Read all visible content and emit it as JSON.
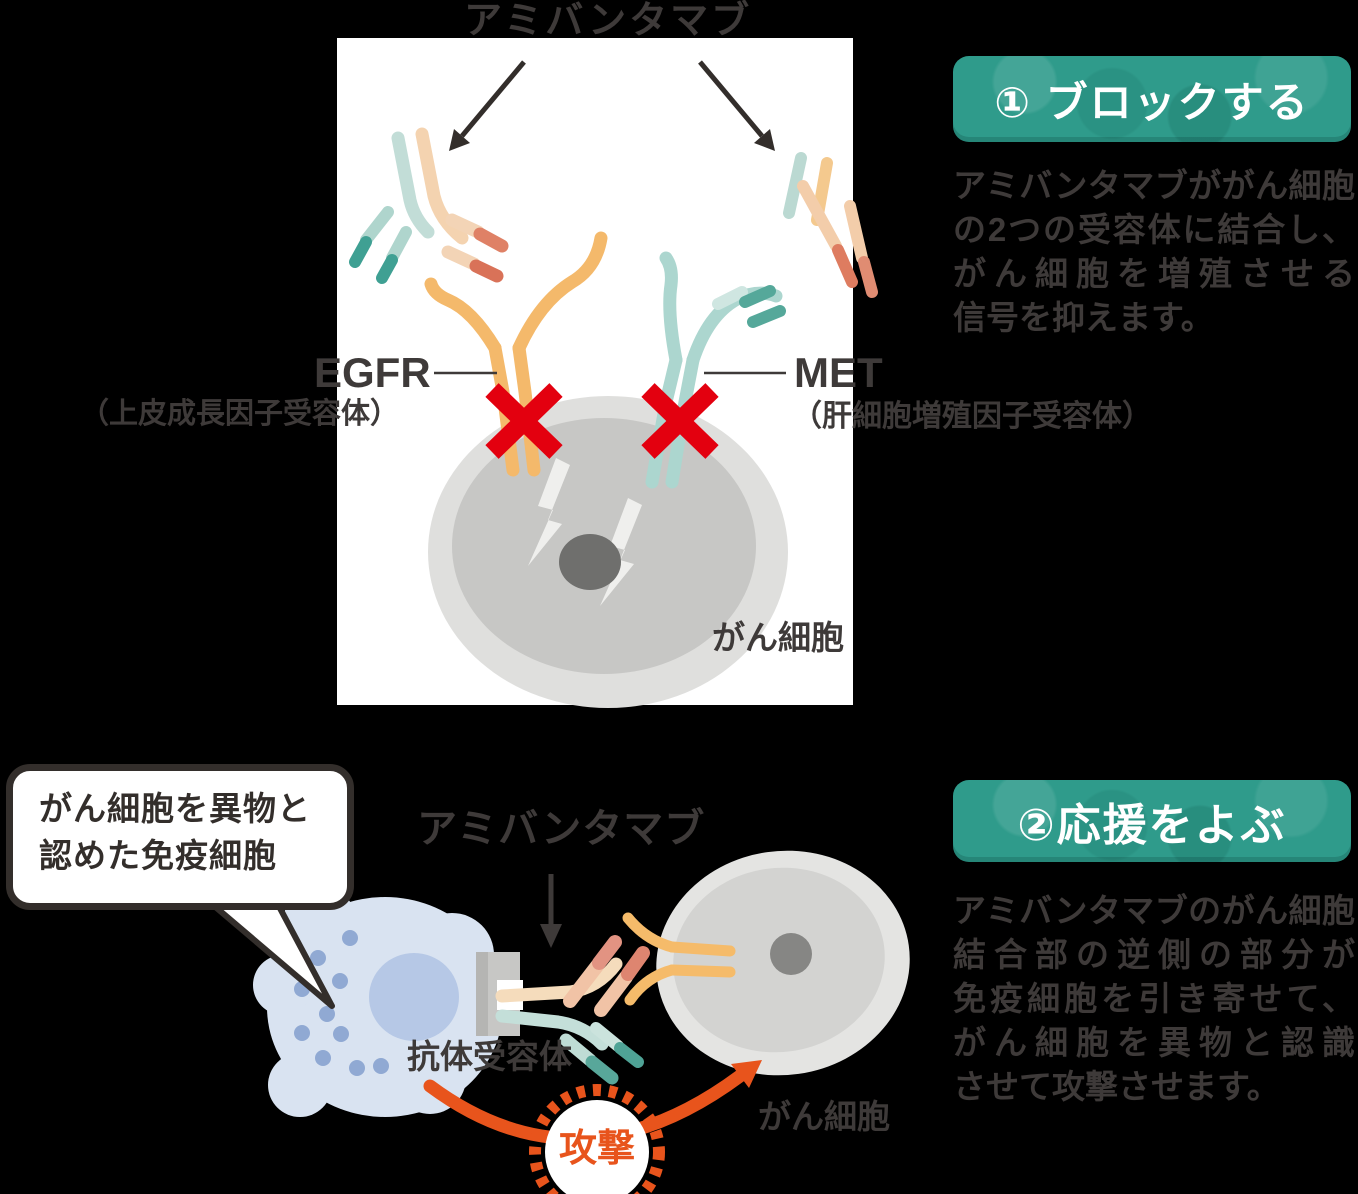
{
  "diagram_type": "medical-mechanism-infographic",
  "colors": {
    "badge_teal": "#2F9B8B",
    "text_dark": "#3E3A39",
    "red_x": "#E3000F",
    "attack_orange": "#E8541C",
    "panel_white": "#FFFFFF",
    "egfr_orange": "#F4B96B",
    "met_teal": "#ACD6CF",
    "immune_cell_blue": "#D9E3F1",
    "cancer_cell_gray": "#D3D3D1"
  },
  "section_block": {
    "drug_label": "アミバンタマブ",
    "badge_label": "① ブロックする",
    "description_lines": [
      "アミバンタマブががん細胞",
      "の2つの受容体に結合し、",
      "がん細胞を増殖させる",
      "信号を抑えます。"
    ],
    "egfr_name": "EGFR",
    "egfr_full": "（上皮成長因子受容体）",
    "met_name": "MET",
    "met_full": "（肝細胞増殖因子受容体）",
    "cell_label": "がん細胞"
  },
  "section_recruit": {
    "badge_label": "②応援をよぶ",
    "description_lines": [
      "アミバンタマブのがん細胞",
      "結合部の逆側の部分が",
      "免疫細胞を引き寄せて、",
      "がん細胞を異物と認識",
      "させて攻撃させます。"
    ],
    "bubble_lines": [
      "がん細胞を異物と",
      "認めた免疫細胞"
    ],
    "drug_label": "アミバンタマブ",
    "receptor_label": "抗体受容体",
    "attack_label": "攻撃",
    "cell_label": "がん細胞"
  }
}
